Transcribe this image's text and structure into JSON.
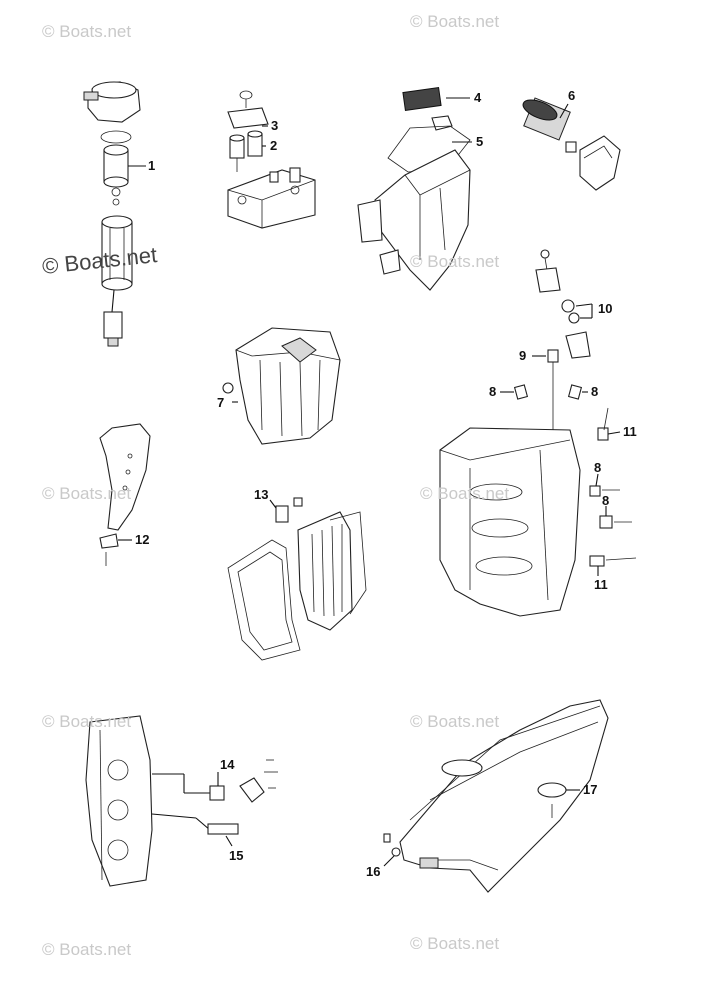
{
  "watermarks": {
    "text": "© Boats.net",
    "prominent": "© Boats.net"
  },
  "callouts": [
    "1",
    "2",
    "3",
    "4",
    "5",
    "6",
    "7",
    "8",
    "8",
    "8",
    "8",
    "9",
    "10",
    "11",
    "11",
    "12",
    "13",
    "14",
    "15",
    "16",
    "17"
  ],
  "colors": {
    "line": "#222222",
    "watermark": "#c9c9c9",
    "background": "#ffffff"
  }
}
